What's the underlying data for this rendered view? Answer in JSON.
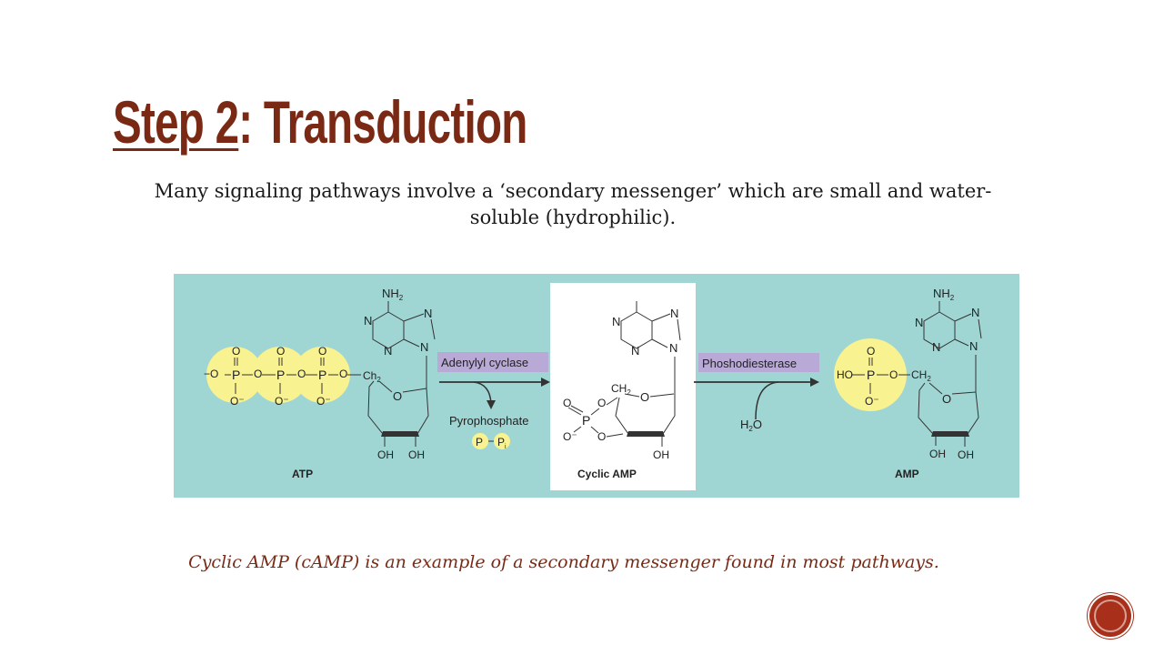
{
  "slide": {
    "title_part1": "Step 2",
    "title_part2": ": Transduction",
    "subtitle": "Many signaling pathways involve a ‘secondary messenger’ which are small and water-soluble (hydrophilic).",
    "caption": "Cyclic AMP (cAMP) is an example of a secondary messenger found in most pathways."
  },
  "diagram": {
    "colors": {
      "panel": "#9fd6d4",
      "phosphate": "#f9f290",
      "enzyme": "#b9a9d6",
      "title": "#7a2a14"
    },
    "atp": {
      "name": "ATP",
      "nh2": "NH",
      "nh2_sub": "2",
      "n": "N",
      "o": "O",
      "p": "P",
      "ch2": "Ch",
      "ch2_sub": "2",
      "oh": "OH"
    },
    "enzyme1": "Adenylyl cyclase",
    "pyrophosphate": {
      "label": "Pyrophosphate",
      "p": "P",
      "pi": "P",
      "pi_sub": "i"
    },
    "camp": {
      "name": "Cyclic AMP",
      "ch2": "CH",
      "ch2_sub": "2",
      "oh": "OH"
    },
    "enzyme2": "Phoshodiesterase",
    "water": {
      "h": "H",
      "sub": "2",
      "o": "O"
    },
    "amp": {
      "name": "AMP",
      "ho": "HO",
      "ch2": "CH",
      "ch2_sub": "2"
    }
  }
}
